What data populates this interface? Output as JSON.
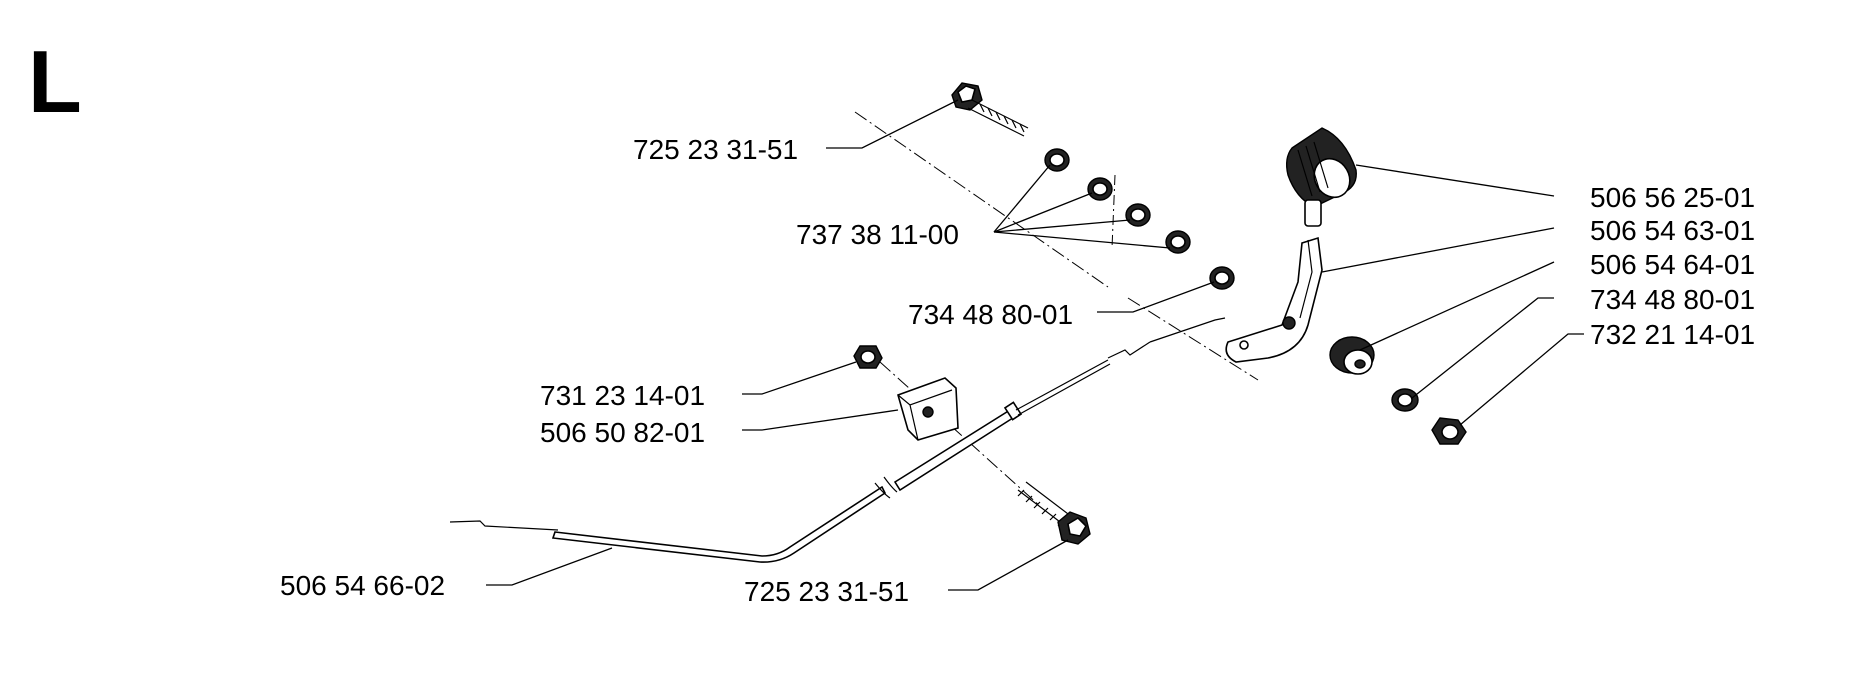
{
  "section_letter": "L",
  "labels": {
    "bolt_top": "725 23 31-51",
    "washers": "737 38 11-00",
    "washer_mid": "734 48 80-01",
    "knob": "506 56 25-01",
    "lever": "506 54 63-01",
    "bushing": "506 54 64-01",
    "washer_right": "734 48 80-01",
    "nut_right": "732 21 14-01",
    "nut_left": "731 23 14-01",
    "bracket": "506 50 82-01",
    "cable": "506 54 66-02",
    "bolt_bottom": "725 23 31-51"
  }
}
